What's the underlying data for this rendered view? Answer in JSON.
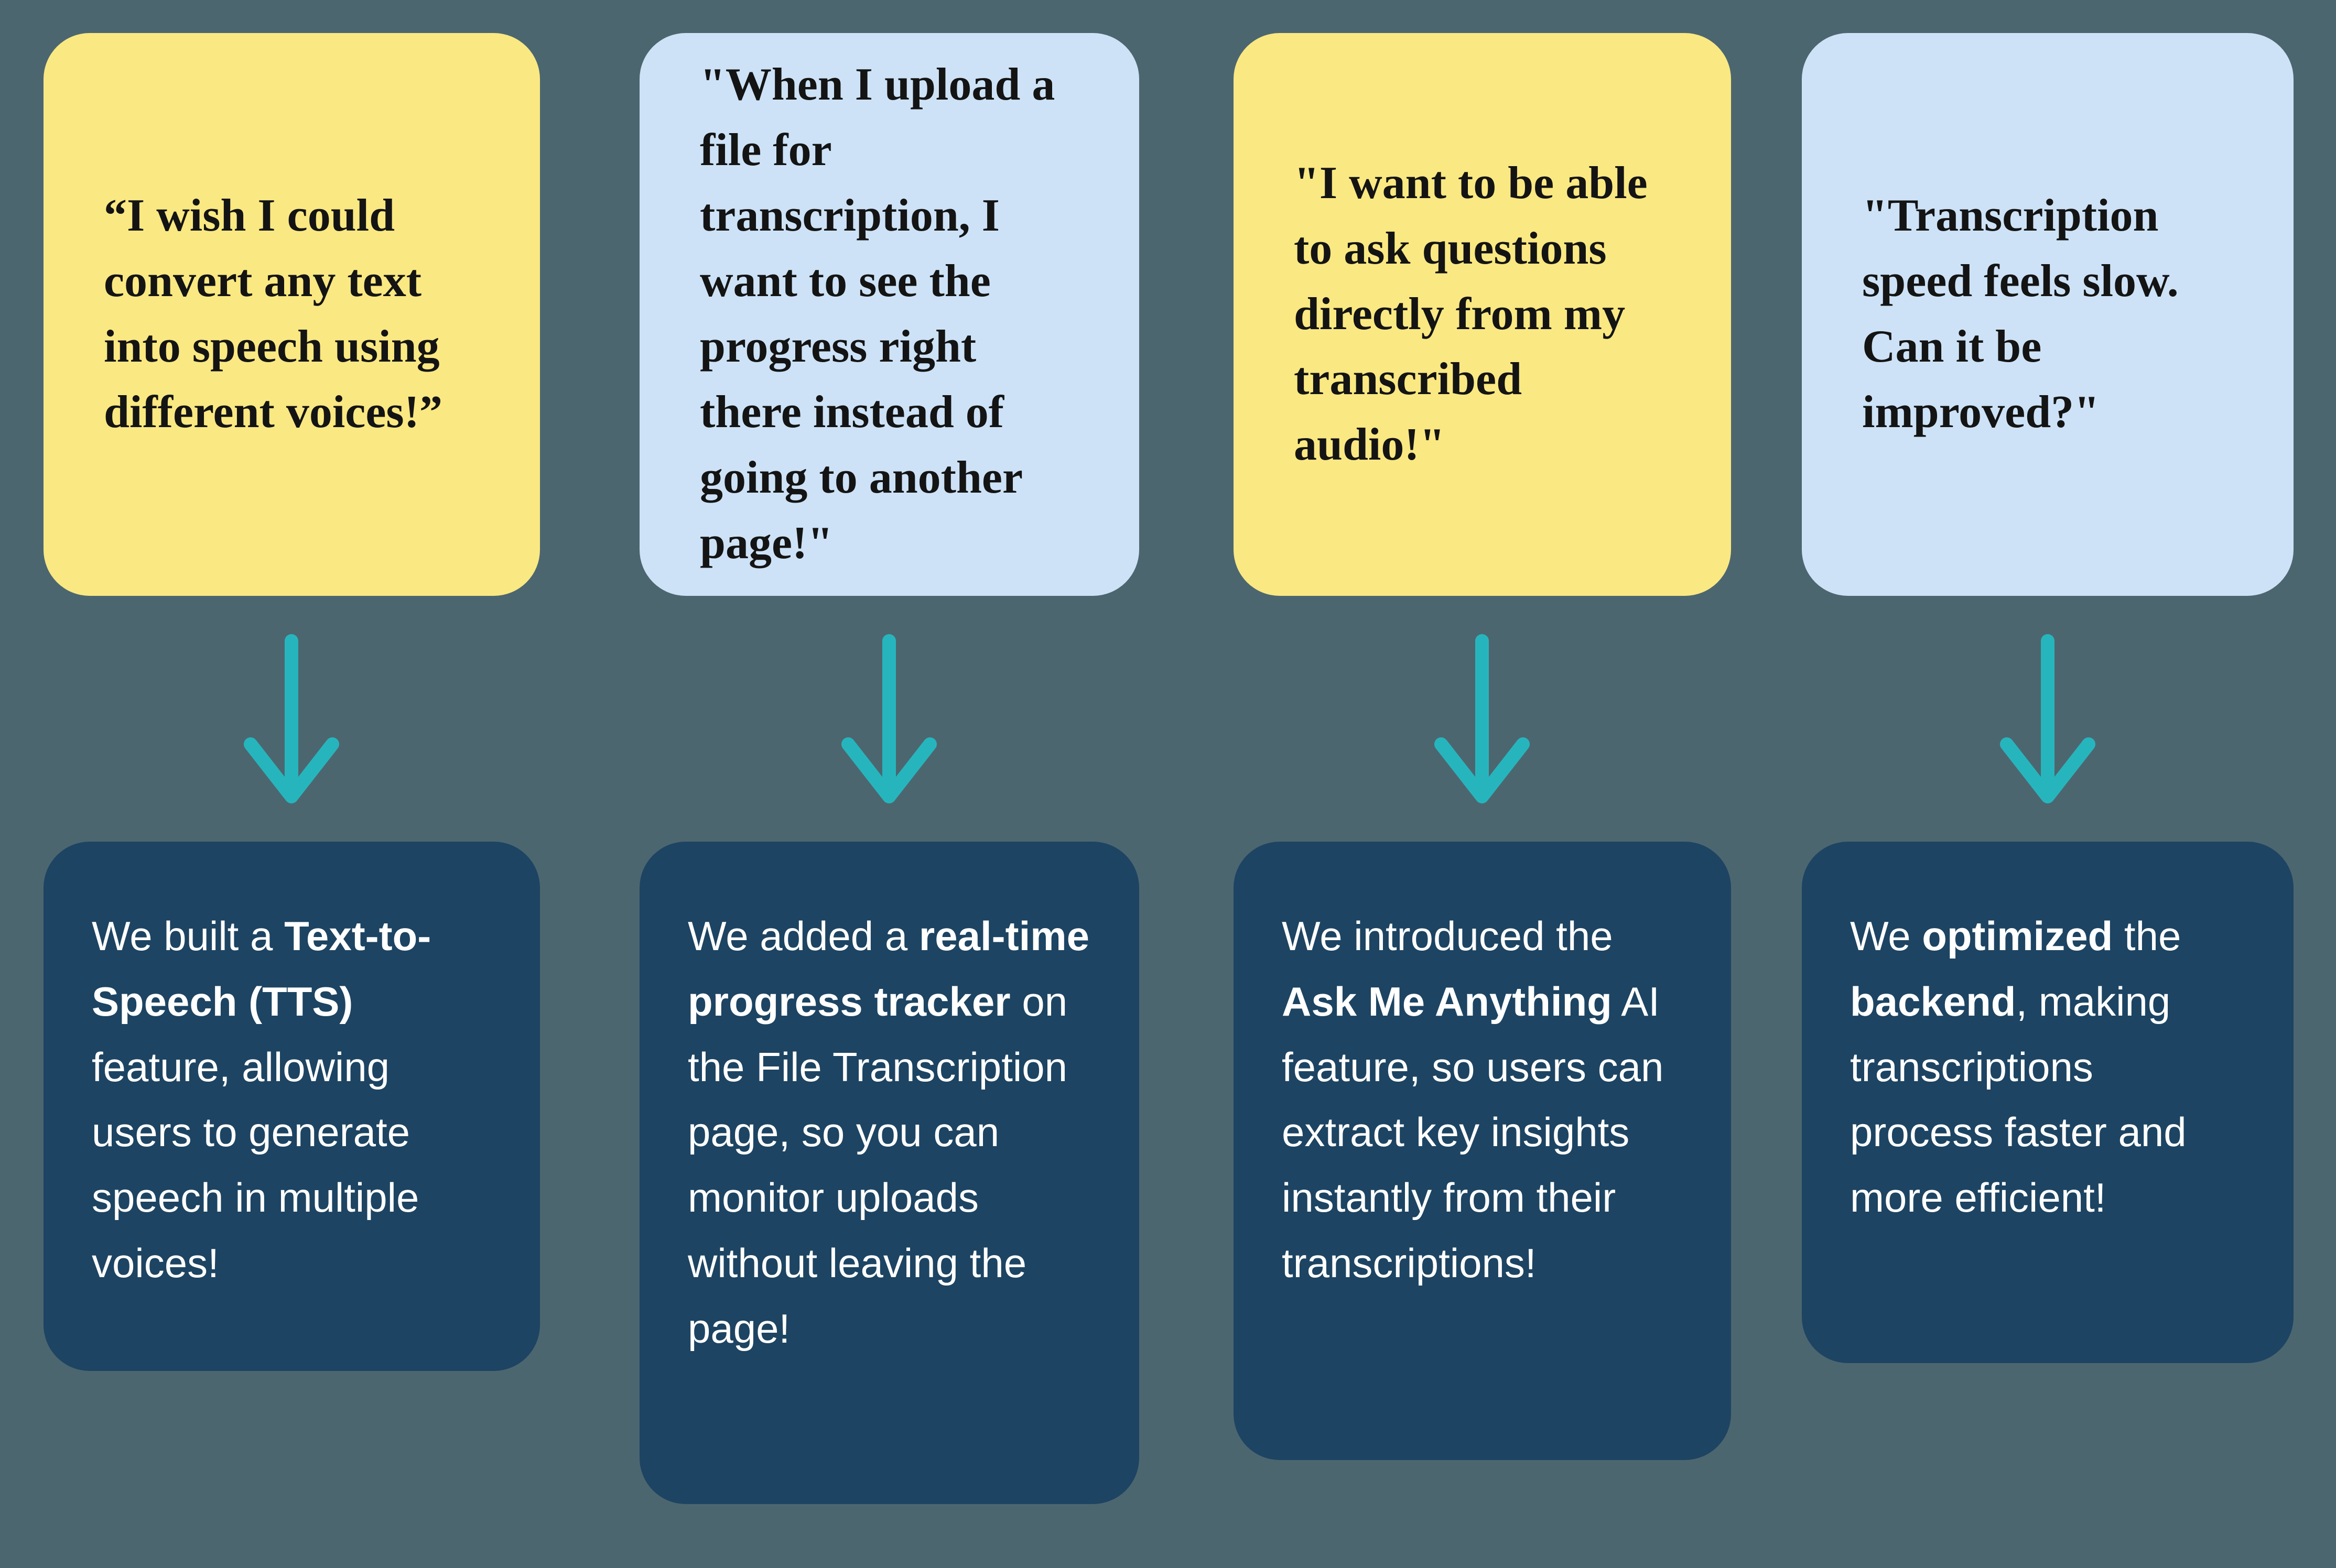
{
  "colors": {
    "background": "#4C6670",
    "yellow_note": "#FAE882",
    "blue_note": "#CDE2F6",
    "dark_card": "#1D4462",
    "arrow": "#27B5BD",
    "quote_text": "#141414",
    "response_text": "#FFFFFF"
  },
  "columns": [
    {
      "note_color": "yellow",
      "quote": "“I wish I could convert any text into speech using different voices!”",
      "response_segments": [
        {
          "text": "We built a ",
          "bold": false
        },
        {
          "text": "Text-to-Speech (TTS)",
          "bold": true
        },
        {
          "text": " feature, allowing users to generate speech in multiple voices!",
          "bold": false
        }
      ]
    },
    {
      "note_color": "blue",
      "quote": "\"When I upload a file for transcription, I want to see the progress right there instead of going to another page!\"",
      "response_segments": [
        {
          "text": "We added a ",
          "bold": false
        },
        {
          "text": "real-time progress tracker",
          "bold": true
        },
        {
          "text": " on the File Transcription page, so you can monitor uploads without leaving the page!",
          "bold": false
        }
      ]
    },
    {
      "note_color": "yellow",
      "quote": "\"I want to be able to ask questions directly from my transcribed audio!\"",
      "response_segments": [
        {
          "text": "We introduced the ",
          "bold": false
        },
        {
          "text": "Ask Me Anything",
          "bold": true
        },
        {
          "text": " AI feature, so users can extract key insights instantly from their transcriptions!",
          "bold": false
        }
      ]
    },
    {
      "note_color": "blue",
      "quote": "\"Transcription speed feels slow. Can it be improved?\"",
      "response_segments": [
        {
          "text": "We ",
          "bold": false
        },
        {
          "text": "optimized",
          "bold": true
        },
        {
          "text": " the ",
          "bold": false
        },
        {
          "text": "backend",
          "bold": true
        },
        {
          "text": ", making transcriptions process faster and more efficient!",
          "bold": false
        }
      ]
    }
  ]
}
